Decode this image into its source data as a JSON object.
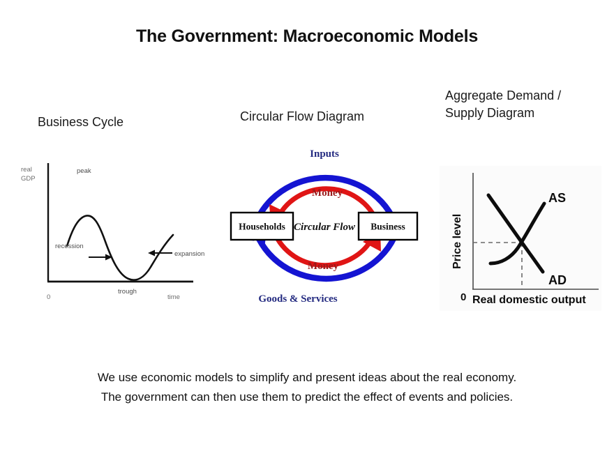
{
  "slide": {
    "title": "The Government: Macroeconomic Models",
    "background_color": "#ffffff"
  },
  "panels": {
    "business_cycle": {
      "heading": "Business Cycle",
      "y_axis_label_line1": "real",
      "y_axis_label_line2": "GDP",
      "x_axis_label": "time",
      "origin_label": "0",
      "annotations": {
        "peak": "peak",
        "trough": "trough",
        "recession": "recession",
        "expansion": "expansion"
      }
    },
    "circular_flow": {
      "heading": "Circular Flow Diagram",
      "center_label": "Circular Flow",
      "left_box": "Households",
      "right_box": "Business",
      "outer_top_label": "Inputs",
      "outer_bottom_label": "Goods & Services",
      "inner_top_label": "Money",
      "inner_bottom_label": "Money",
      "outer_color": "#1414d2",
      "inner_color": "#e01515",
      "outer_text_color": "#232a80",
      "inner_text_color": "#9a1b1b"
    },
    "aggregate_demand_supply": {
      "heading_line1": "Aggregate Demand /",
      "heading_line2": "Supply Diagram",
      "y_axis_label": "Price level",
      "x_axis_label": "Real domestic output",
      "origin_label": "0",
      "supply_curve_label": "AS",
      "demand_curve_label": "AD"
    }
  },
  "caption": {
    "line1": "We use economic models to simplify and present ideas about the real economy.",
    "line2": "The government can then use them to predict the effect of events and policies."
  },
  "chart_data": [
    {
      "type": "line",
      "title": "Business Cycle",
      "xlabel": "time",
      "ylabel": "real GDP",
      "grid": false,
      "legend": "none",
      "xlim": [
        0,
        100
      ],
      "ylim": [
        0,
        100
      ],
      "annotations": [
        "peak",
        "trough",
        "recession",
        "expansion"
      ],
      "series": [
        {
          "name": "real GDP",
          "x": [
            8,
            14,
            20,
            26,
            32,
            38,
            44,
            50,
            56,
            62,
            68,
            74,
            80,
            86,
            92
          ],
          "y": [
            52,
            66,
            76,
            80,
            77,
            68,
            54,
            40,
            28,
            21,
            19,
            22,
            31,
            43,
            56
          ]
        }
      ]
    },
    {
      "type": "line",
      "title": "Aggregate Demand / Supply Diagram",
      "xlabel": "Real domestic output",
      "ylabel": "Price level",
      "grid": false,
      "legend": "inline-labels",
      "xlim": [
        0,
        100
      ],
      "ylim": [
        0,
        100
      ],
      "equilibrium": {
        "x": 52,
        "y": 46
      },
      "series": [
        {
          "name": "AD",
          "x": [
            20,
            35,
            52,
            68,
            82
          ],
          "y": [
            86,
            68,
            46,
            26,
            10
          ]
        },
        {
          "name": "AS",
          "x": [
            22,
            32,
            42,
            52,
            64,
            76
          ],
          "y": [
            13,
            14,
            24,
            46,
            68,
            85
          ]
        }
      ]
    }
  ]
}
